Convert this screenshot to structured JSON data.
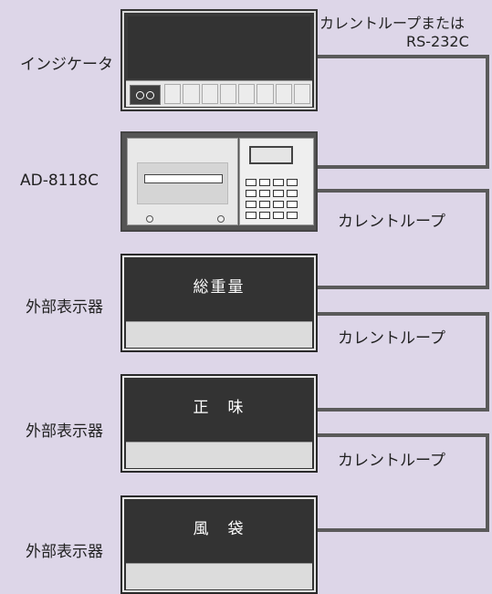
{
  "devices": {
    "indicator_label": "インジケータ",
    "printer_label": "AD-8118C",
    "ext1_label": "外部表示器",
    "ext1_title": "総重量",
    "ext2_label": "外部表示器",
    "ext2_title": "正　味",
    "ext3_label": "外部表示器",
    "ext3_title": "風　袋"
  },
  "connections": {
    "top_line1": "カレントループまたは",
    "top_line2": "RS-232C",
    "loop1": "カレントループ",
    "loop2": "カレントループ",
    "loop3": "カレントループ"
  }
}
